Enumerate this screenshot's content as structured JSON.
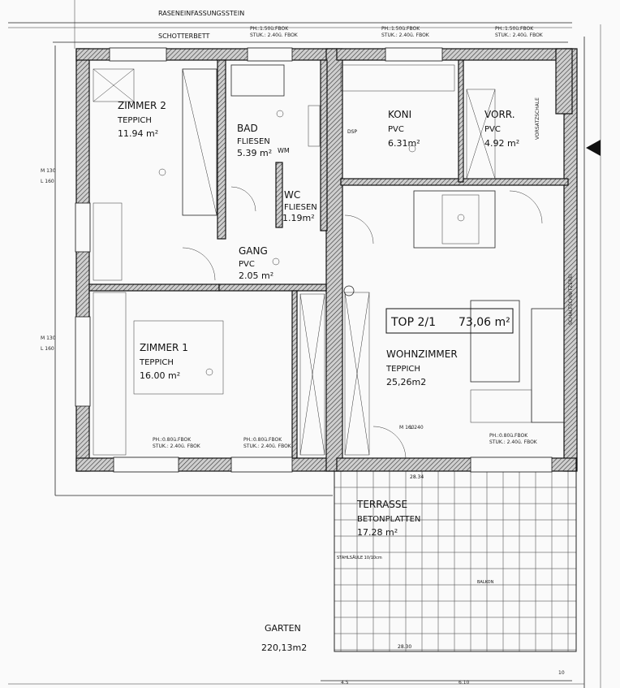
{
  "site": {
    "border_stone": "RASENEINFASSUNGSSTEIN",
    "gravel_bed": "SCHOTTERBETT",
    "garden_label": "GARTEN",
    "garden_area": "220,13m2"
  },
  "unit": {
    "label": "TOP 2/1",
    "area": "73,06 m²"
  },
  "rooms": [
    {
      "id": "zimmer2",
      "name": "ZIMMER 2",
      "floor": "TEPPICH",
      "area": "11.94 m²"
    },
    {
      "id": "bad",
      "name": "BAD",
      "floor": "FLIESEN",
      "area": "5.39 m²"
    },
    {
      "id": "koni",
      "name": "KONI",
      "floor": "PVC",
      "area": "6.31m²"
    },
    {
      "id": "vorr",
      "name": "VORR.",
      "floor": "PVC",
      "area": "4.92 m²"
    },
    {
      "id": "wc",
      "name": "WC",
      "floor": "FLIESEN",
      "area": "1.19m²"
    },
    {
      "id": "gang",
      "name": "GANG",
      "floor": "PVC",
      "area": "2.05 m²"
    },
    {
      "id": "zimmer1",
      "name": "ZIMMER 1",
      "floor": "TEPPICH",
      "area": "16.00 m²"
    },
    {
      "id": "wohn",
      "name": "WOHNZIMMER",
      "floor": "TEPPICH",
      "area": "25,26m2"
    },
    {
      "id": "terrasse",
      "name": "TERRASSE",
      "floor": "BETONPLATTEN",
      "area": "17.28 m²"
    }
  ],
  "annotations": {
    "wm": "WM",
    "dsp": "DSP",
    "balkon": "BALKON",
    "stahlsaule": "STAHLSÄULE 10/10cm",
    "kote_top": "28.34",
    "kote_bottom": "28.30",
    "window_1": "PH.:0.80ü.FBOK",
    "window_1b": "STUK.: 2.40ü. FBOK",
    "top_window": "PH.:1.50ü.FBOK",
    "top_window_b": "STUK.: 2.40ü. FBOK",
    "left_1": "M 130",
    "left_1b": "L 160",
    "left_2": "M 130",
    "left_2b": "L 160",
    "wohn_door": "M 160",
    "wohn_door_b": "L 240",
    "vorsatz": "VORSATZSCHALE",
    "schalt": "SCHALTSCHNITZEREI",
    "dim_bottom_1": "4.5",
    "dim_bottom_2": "6.10",
    "dim_bottom_3": "10"
  }
}
